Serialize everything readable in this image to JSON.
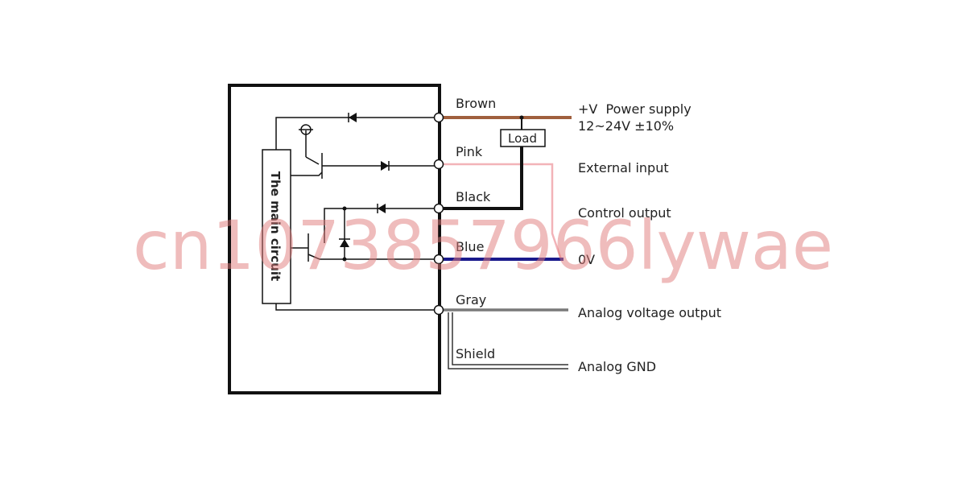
{
  "main_circuit_label": "The main circuit",
  "load_label": "Load",
  "wires": {
    "brown": {
      "name": "Brown",
      "desc_line1": "+V  Power supply",
      "desc_line2": "12~24V ±10%",
      "color": "#a0603e"
    },
    "pink": {
      "name": "Pink",
      "desc": "External input",
      "color": "#f2b3b8"
    },
    "black": {
      "name": "Black",
      "desc": "Control output",
      "color": "#111111"
    },
    "blue": {
      "name": "Blue",
      "desc": "0V",
      "color": "#1a1a8c"
    },
    "gray": {
      "name": "Gray",
      "desc": "Analog voltage output",
      "color": "#7a7a7a"
    },
    "shield": {
      "name": "Shield",
      "desc": "Analog GND",
      "color": "#333333"
    }
  },
  "watermark": "cn1073857966lywae"
}
